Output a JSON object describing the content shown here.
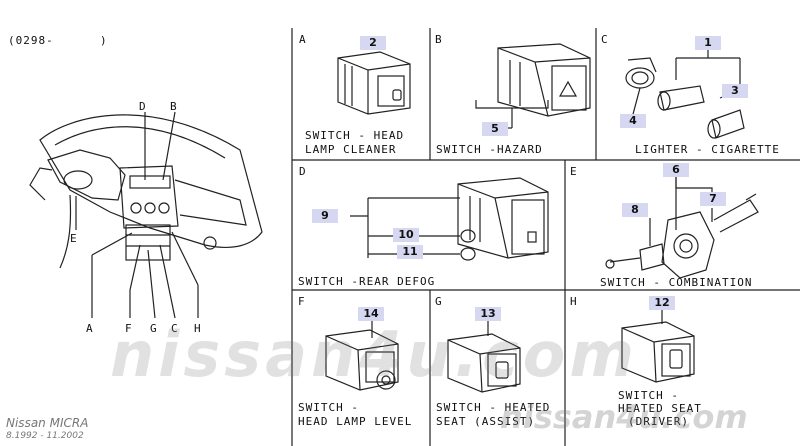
{
  "header": {
    "code": "(0298-",
    "paren": ")"
  },
  "overview": {
    "callouts": [
      "D",
      "B",
      "E",
      "A",
      "F",
      "G",
      "C",
      "H"
    ]
  },
  "panels": [
    {
      "letter": "A",
      "title_lines": [
        "SWITCH - HEAD",
        "LAMP CLEANER"
      ],
      "parts": [
        "2"
      ]
    },
    {
      "letter": "B",
      "title_lines": [
        "SWITCH -HAZARD"
      ],
      "parts": [
        "5"
      ]
    },
    {
      "letter": "C",
      "title_lines": [
        "LIGHTER - CIGARETTE"
      ],
      "parts": [
        "1",
        "3",
        "4"
      ]
    },
    {
      "letter": "D",
      "title_lines": [
        "SWITCH -REAR DEFOG"
      ],
      "parts": [
        "9",
        "10",
        "11"
      ]
    },
    {
      "letter": "E",
      "title_lines": [
        "SWITCH - COMBINATION"
      ],
      "parts": [
        "6",
        "7",
        "8"
      ]
    },
    {
      "letter": "F",
      "title_lines": [
        "SWITCH -",
        "HEAD LAMP LEVEL"
      ],
      "parts": [
        "14"
      ]
    },
    {
      "letter": "G",
      "title_lines": [
        "SWITCH - HEATED",
        "SEAT (ASSIST)"
      ],
      "parts": [
        "13"
      ]
    },
    {
      "letter": "H",
      "title_lines": [
        "SWITCH -",
        "HEATED SEAT",
        "(DRIVER)"
      ],
      "parts": [
        "12"
      ]
    }
  ],
  "footer": {
    "model": "Nissan MICRA",
    "dates": "8.1992 - 11.2002"
  },
  "watermark": {
    "text": "nissan4u.com",
    "site": "nissan4u.com"
  },
  "colors": {
    "callout_bg": "#d6d8f2",
    "lines": "#222222"
  }
}
